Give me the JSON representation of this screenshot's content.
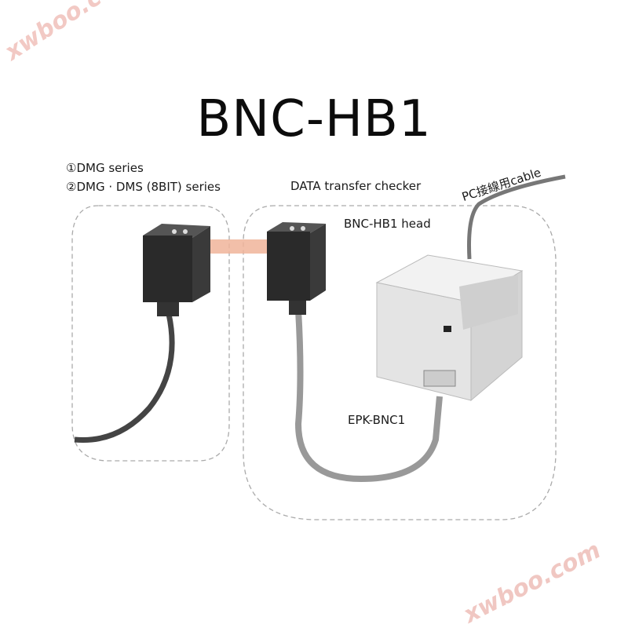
{
  "title": "BNC-HB1",
  "labels": {
    "series_1": "①DMG series",
    "series_2": "②DMG · DMS (8BIT) series",
    "checker": "DATA transfer checker",
    "pc_cable": "PC接線用cable",
    "head": "BNC-HB1 head",
    "epk": "EPK-BNC1"
  },
  "watermark": "xwboo.com",
  "colors": {
    "watermark": "#f2c9c4",
    "beam": "#f0b49a",
    "device": "#eeeeee",
    "sensor": "#2a2a2a"
  }
}
